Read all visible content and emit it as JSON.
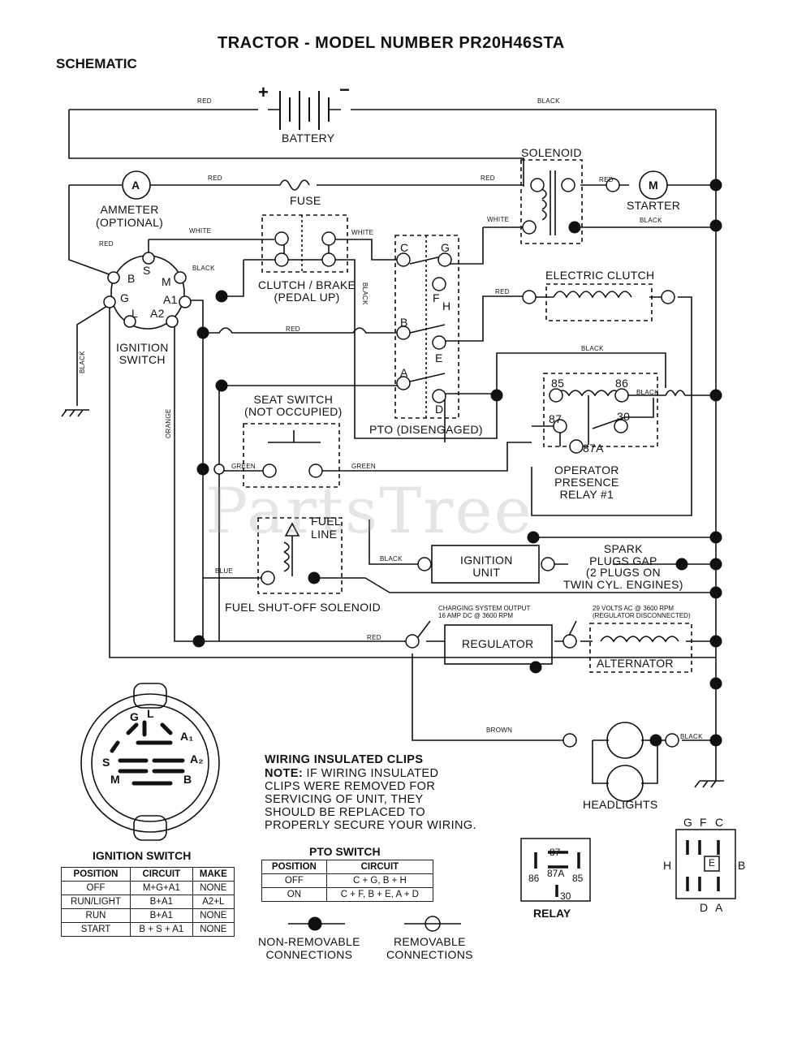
{
  "title": "TRACTOR - MODEL NUMBER PR20H46STA",
  "subtitle": "SCHEMATIC",
  "watermark": "PartsTree",
  "components": {
    "battery": "BATTERY",
    "battery_plus": "+",
    "battery_minus": "−",
    "solenoid": "SOLENOID",
    "ammeter": "AMMETER\n(OPTIONAL)",
    "ammeter_symbol": "A",
    "fuse": "FUSE",
    "starter": "STARTER",
    "starter_symbol": "M",
    "clutch_brake": "CLUTCH / BRAKE\n(PEDAL UP)",
    "electric_clutch": "ELECTRIC CLUTCH",
    "ignition_switch": "IGNITION\nSWITCH",
    "seat_switch": "SEAT SWITCH\n(NOT OCCUPIED)",
    "pto": "PTO (DISENGAGED)",
    "relay": "OPERATOR\nPRESENCE\nRELAY #1",
    "fuel_line": "FUEL\nLINE",
    "fuel_solenoid": "FUEL SHUT-OFF SOLENOID",
    "ignition_unit": "IGNITION\nUNIT",
    "spark_plugs": "SPARK\nPLUGS GAP\n(2 PLUGS ON\nTWIN CYL. ENGINES)",
    "regulator": "REGULATOR",
    "alternator": "ALTERNATOR",
    "charging_output": "CHARGING SYSTEM OUTPUT\n16 AMP DC @ 3600 RPM",
    "volts_ac": "29 VOLTS AC @ 3600 RPM\n(REGULATOR DISCONNECTED)",
    "headlights": "HEADLIGHTS"
  },
  "terminals": {
    "ign": {
      "S": "S",
      "B": "B",
      "M": "M",
      "G": "G",
      "L": "L",
      "A1": "A1",
      "A2": "A2"
    },
    "pto": {
      "C": "C",
      "G": "G",
      "F": "F",
      "H": "H",
      "B": "B",
      "E": "E",
      "A": "A",
      "D": "D"
    },
    "relay": {
      "t85": "85",
      "t86": "86",
      "t87": "87",
      "t30": "30",
      "t87a": "87A"
    }
  },
  "wires": {
    "red": "RED",
    "black": "BLACK",
    "white": "WHITE",
    "green": "GREEN",
    "blue": "BLUE",
    "orange": "ORANGE",
    "brown": "BROWN"
  },
  "switch_face": {
    "G": "G",
    "L": "L",
    "A1": "A₁",
    "A2": "A₂",
    "S": "S",
    "M": "M",
    "B": "B"
  },
  "note": {
    "heading": "WIRING INSULATED CLIPS",
    "label": "NOTE:",
    "line1": " IF WIRING INSULATED",
    "line2": "CLIPS WERE REMOVED FOR",
    "line3": "SERVICING OF UNIT, THEY",
    "line4": "SHOULD BE REPLACED TO",
    "line5": "PROPERLY SECURE YOUR WIRING."
  },
  "ignition_table": {
    "title": "IGNITION SWITCH",
    "headers": [
      "POSITION",
      "CIRCUIT",
      "MAKE"
    ],
    "rows": [
      [
        "OFF",
        "M+G+A1",
        "NONE"
      ],
      [
        "RUN/LIGHT",
        "B+A1",
        "A2+L"
      ],
      [
        "RUN",
        "B+A1",
        "NONE"
      ],
      [
        "START",
        "B + S + A1",
        "NONE"
      ]
    ]
  },
  "pto_table": {
    "title": "PTO SWITCH",
    "headers": [
      "POSITION",
      "CIRCUIT"
    ],
    "rows": [
      [
        "OFF",
        "C + G, B + H"
      ],
      [
        "ON",
        "C + F, B + E, A + D"
      ]
    ]
  },
  "legend": {
    "non_removable": "NON-REMOVABLE\nCONNECTIONS",
    "removable": "REMOVABLE\nCONNECTIONS"
  },
  "relay_pinout": {
    "title": "RELAY",
    "p87": "87",
    "p87a": "87A",
    "p86": "86",
    "p85": "85",
    "p30": "30"
  },
  "pto_pinout": {
    "G": "G",
    "F": "F",
    "C": "C",
    "H": "H",
    "E": "E",
    "B": "B",
    "D": "D",
    "A": "A"
  }
}
